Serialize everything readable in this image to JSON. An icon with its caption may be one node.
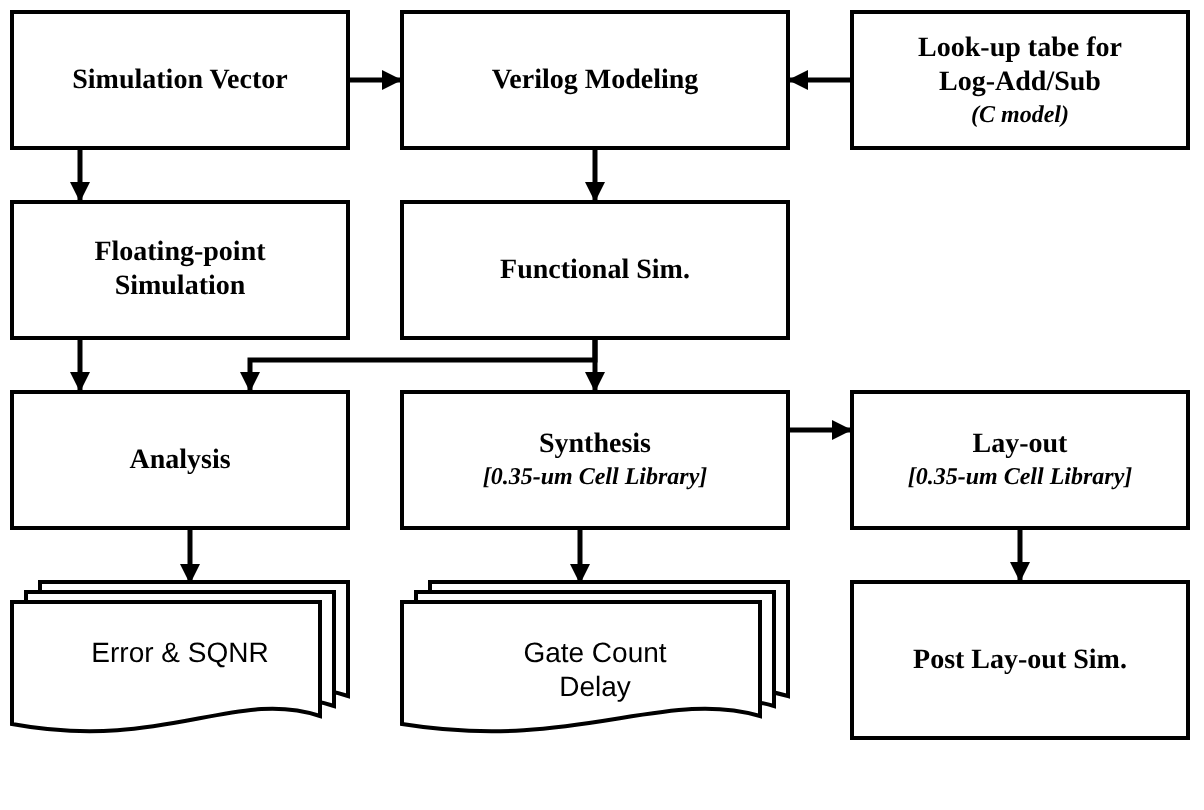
{
  "diagram": {
    "nodes": [
      {
        "text": [
          "Simulation Vector"
        ]
      },
      {
        "text": [
          "Verilog Modeling"
        ]
      },
      {
        "text": [
          "Look-up tabe for Log-Add/Sub",
          "(C model)"
        ]
      },
      {
        "text": [
          "Floating-point Simulation"
        ]
      },
      {
        "text": [
          "Functional Sim."
        ]
      },
      {
        "text": [
          "Analysis"
        ]
      },
      {
        "text": [
          "Synthesis",
          "[0.35-um Cell Library]"
        ]
      },
      {
        "text": [
          "Lay-out",
          "[0.35-um Cell Library]"
        ]
      },
      {
        "text": [
          "Error & SQNR"
        ]
      },
      {
        "text": [
          "Gate Count Delay"
        ]
      },
      {
        "text": [
          "Post Lay-out Sim."
        ]
      }
    ],
    "edges": [
      {
        "from": 0,
        "to": 1,
        "arrow": "to"
      },
      {
        "from": 2,
        "to": 1,
        "arrow": "to"
      },
      {
        "from": 0,
        "to": 3,
        "arrow": "to"
      },
      {
        "from": 1,
        "to": 4,
        "arrow": "to"
      },
      {
        "from": 3,
        "to": 5,
        "arrow": "to"
      },
      {
        "from": 4,
        "to": 5,
        "arrow": "to"
      },
      {
        "from": 4,
        "to": 6,
        "arrow": "to"
      },
      {
        "from": 6,
        "to": 7,
        "arrow": "to"
      },
      {
        "from": 5,
        "to": 8,
        "arrow": "to"
      },
      {
        "from": 6,
        "to": 9,
        "arrow": "to"
      },
      {
        "from": 7,
        "to": 10,
        "arrow": "to"
      }
    ]
  }
}
